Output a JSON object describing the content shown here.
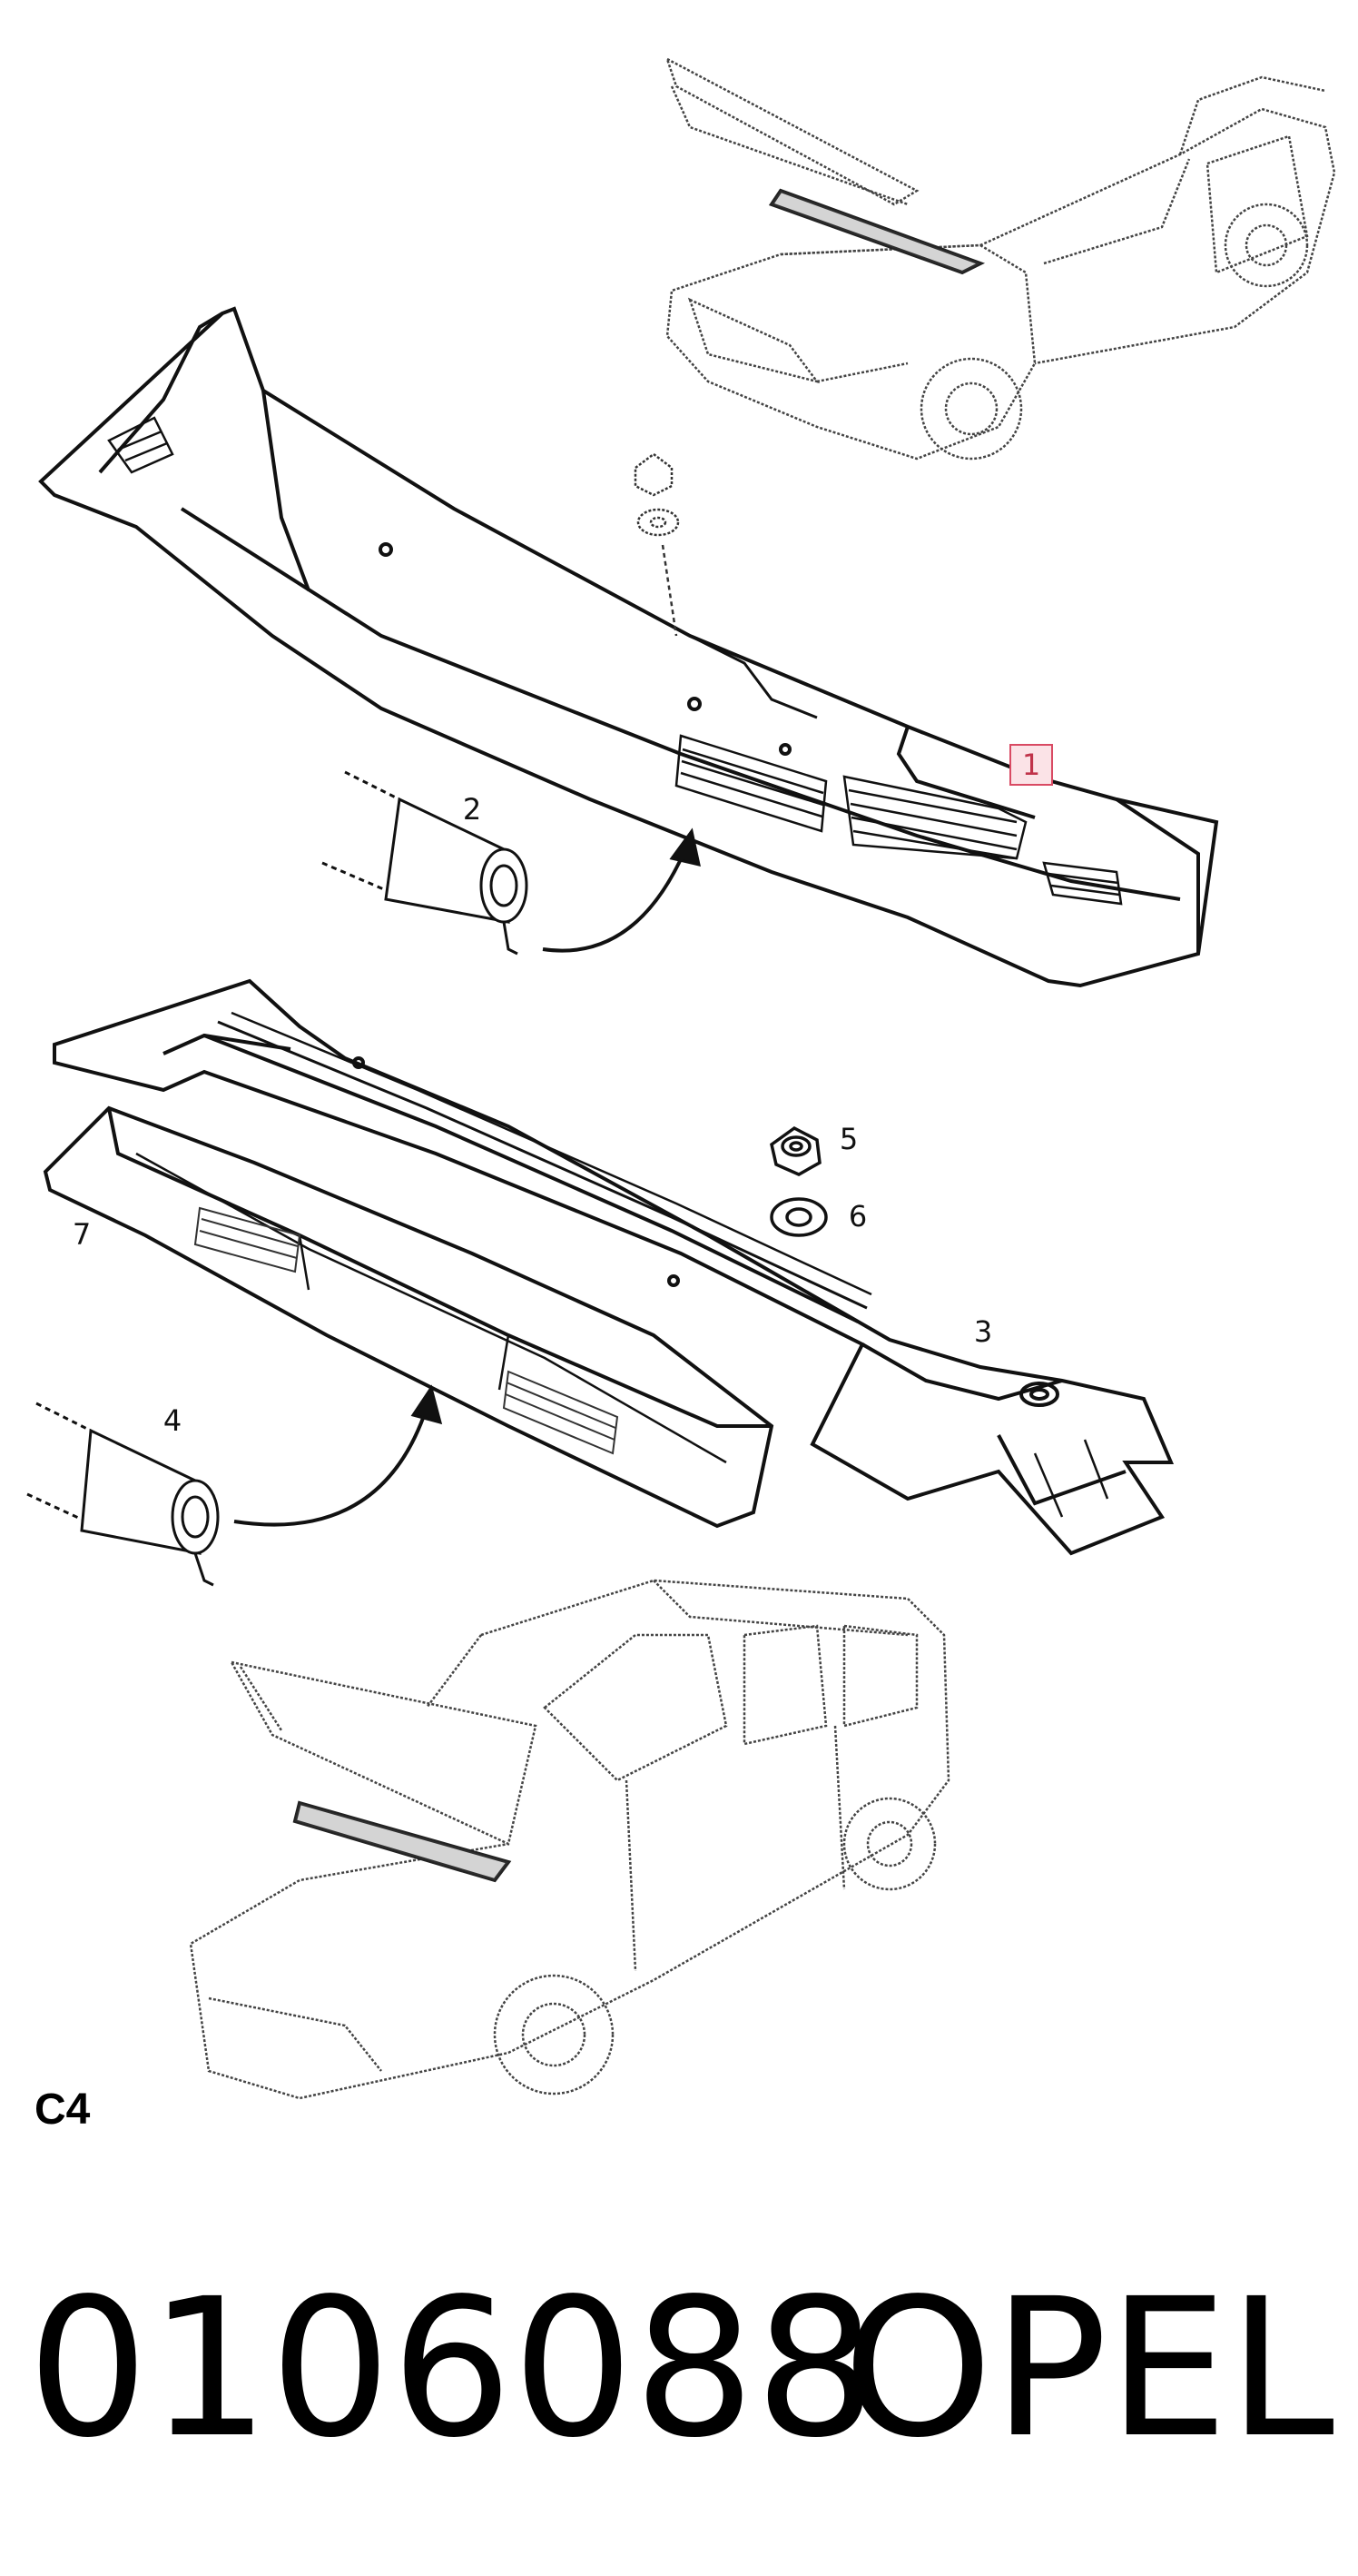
{
  "diagram": {
    "part_labels": [
      "1",
      "2",
      "3",
      "4",
      "5",
      "6",
      "7"
    ],
    "section_code": "C4",
    "part_number": "0106088",
    "brand": "OPEL",
    "colors": {
      "line": "#111111",
      "highlight_border": "#d94a63",
      "highlight_fill": "#fbe3e7",
      "highlight_text": "#c0334a"
    }
  }
}
